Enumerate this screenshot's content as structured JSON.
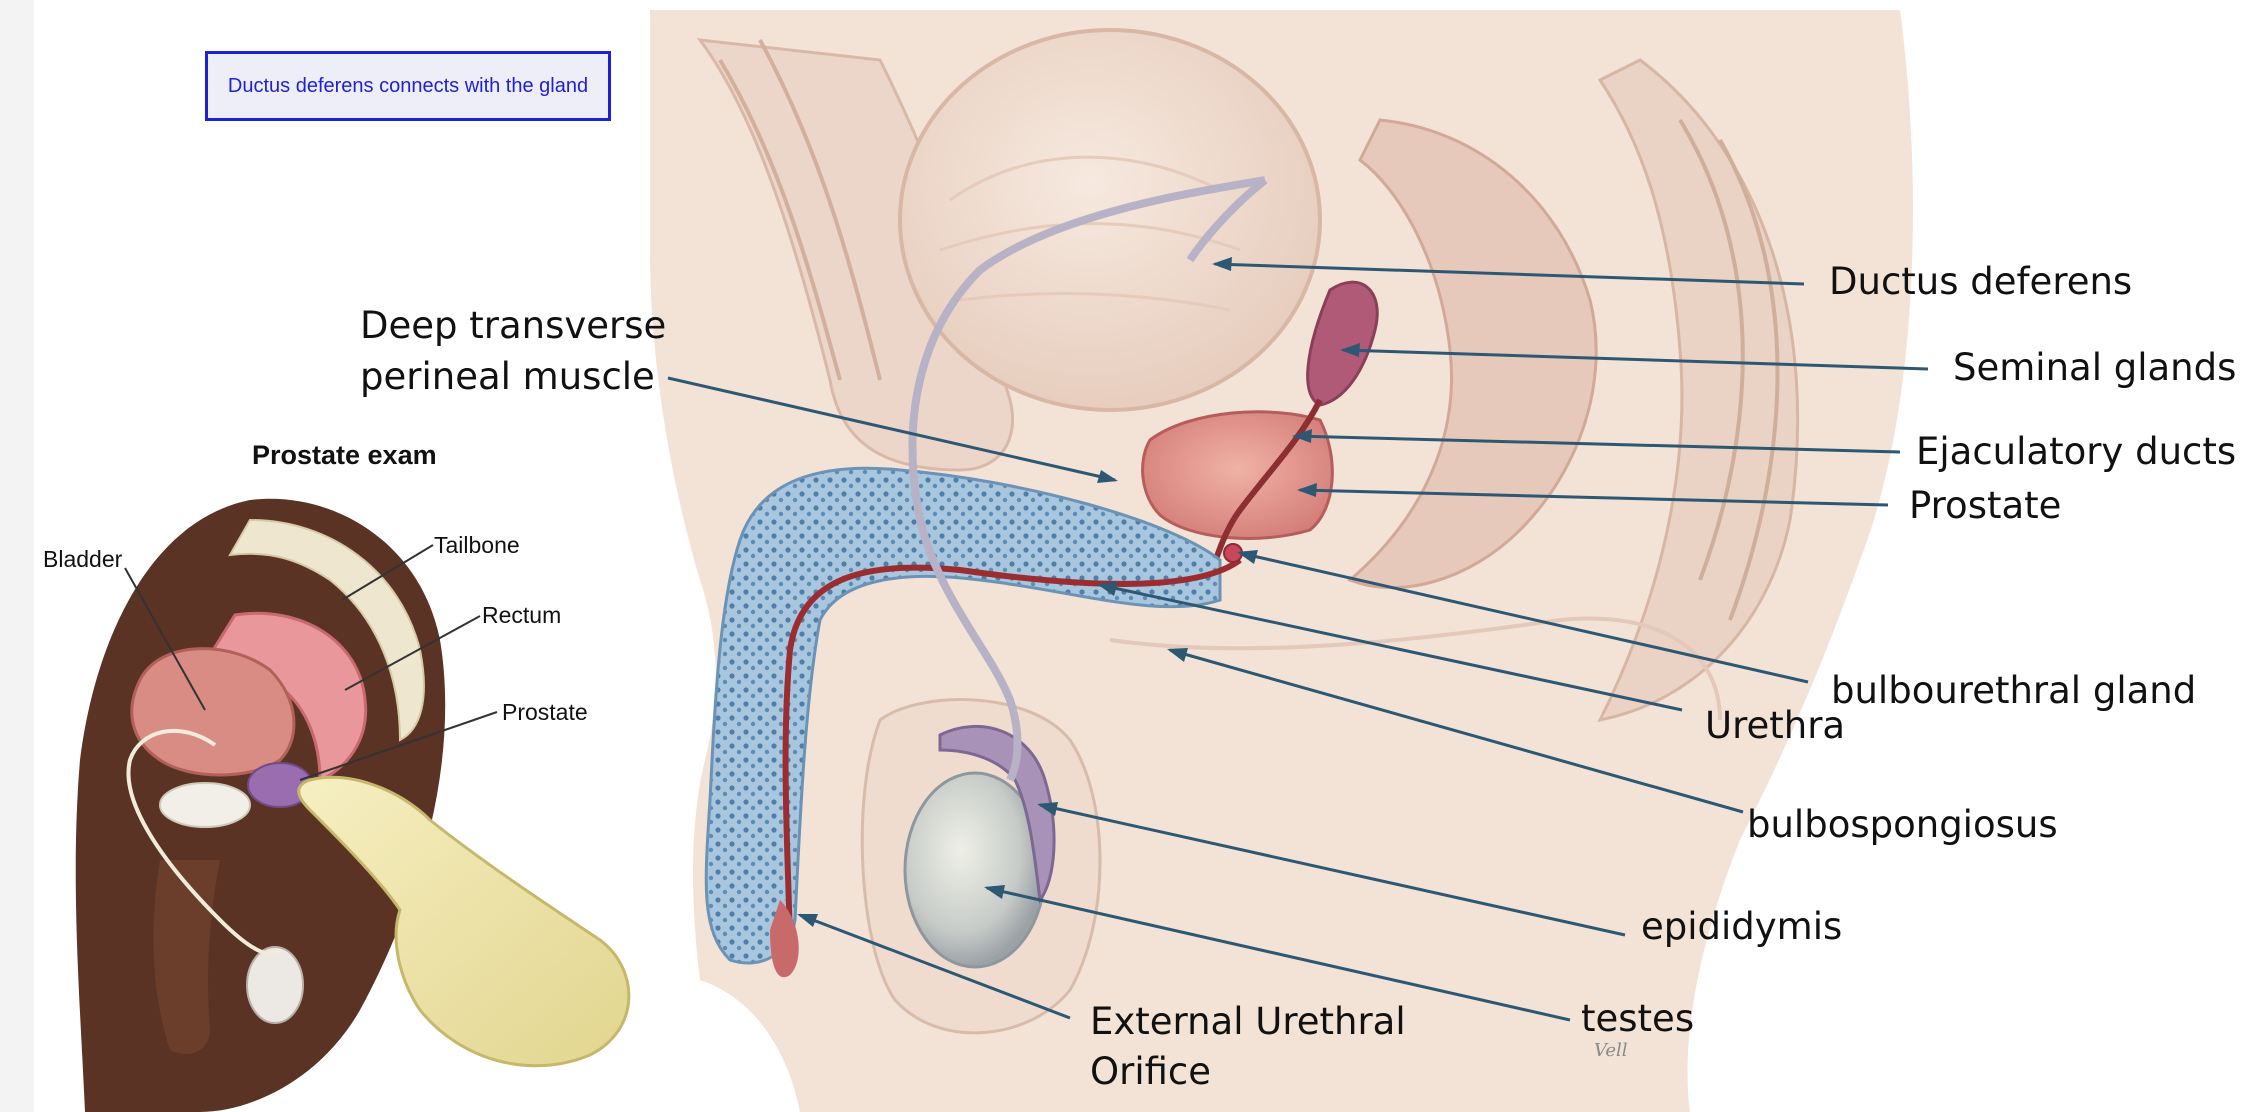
{
  "tooltip": {
    "text": "Ductus deferens connects with the gland"
  },
  "main_labels": {
    "deep_transverse_line1": "Deep transverse",
    "deep_transverse_line2": "perineal muscle",
    "ductus_deferens": "Ductus deferens",
    "seminal_glands": "Seminal glands",
    "ejaculatory_ducts": "Ejaculatory ducts",
    "prostate": "Prostate",
    "bulbourethral_gland": "bulbourethral gland",
    "urethra": "Urethra",
    "bulbospongiosus": "bulbospongiosus",
    "epididymis": "epididymis",
    "testes": "testes",
    "external_urethral_line1": "External Urethral",
    "external_urethral_line2": "Orifice"
  },
  "inset": {
    "title": "Prostate exam",
    "bladder": "Bladder",
    "tailbone": "Tailbone",
    "rectum": "Rectum",
    "prostate": "Prostate"
  },
  "signature": "Vell",
  "colors": {
    "tooltip_border": "#1f1fd6",
    "tooltip_fill": "#eeeef9",
    "leader_line": "#2d5873",
    "skin": "#f0ddd0",
    "erectile_tissue": "#8fb5d3",
    "prostate": "#dc8b86",
    "seminal_glands": "#b05a77",
    "epididymis": "#a892b8",
    "testis": "#c7cbc8",
    "inset_body": "#5a3324",
    "glove": "#efe4a6"
  }
}
